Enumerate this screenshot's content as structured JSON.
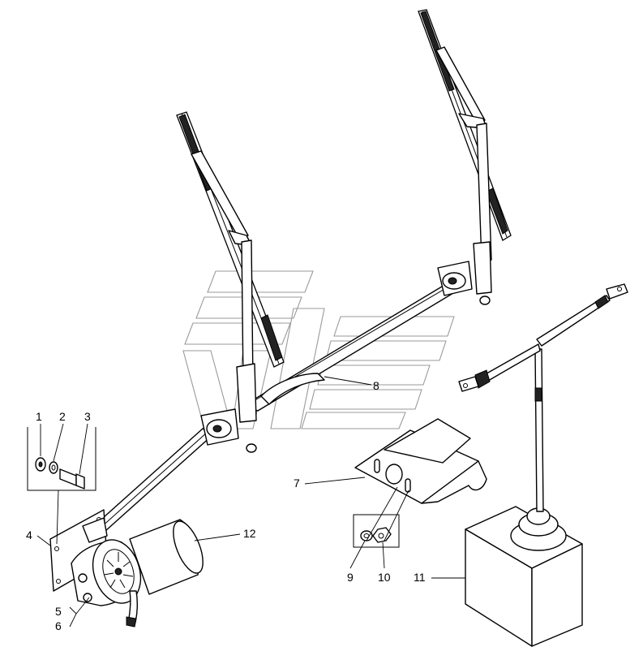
{
  "callouts": [
    {
      "id": "1",
      "label": "1"
    },
    {
      "id": "2",
      "label": "2"
    },
    {
      "id": "3",
      "label": "3"
    },
    {
      "id": "4",
      "label": "4"
    },
    {
      "id": "5",
      "label": "5"
    },
    {
      "id": "6",
      "label": "6"
    },
    {
      "id": "7",
      "label": "7"
    },
    {
      "id": "8",
      "label": "8"
    },
    {
      "id": "9",
      "label": "9"
    },
    {
      "id": "10",
      "label": "10"
    },
    {
      "id": "11",
      "label": "11"
    },
    {
      "id": "12",
      "label": "12"
    }
  ],
  "colors": {
    "line": "#000000",
    "watermark": "#9a9a9a",
    "background": "#ffffff"
  }
}
